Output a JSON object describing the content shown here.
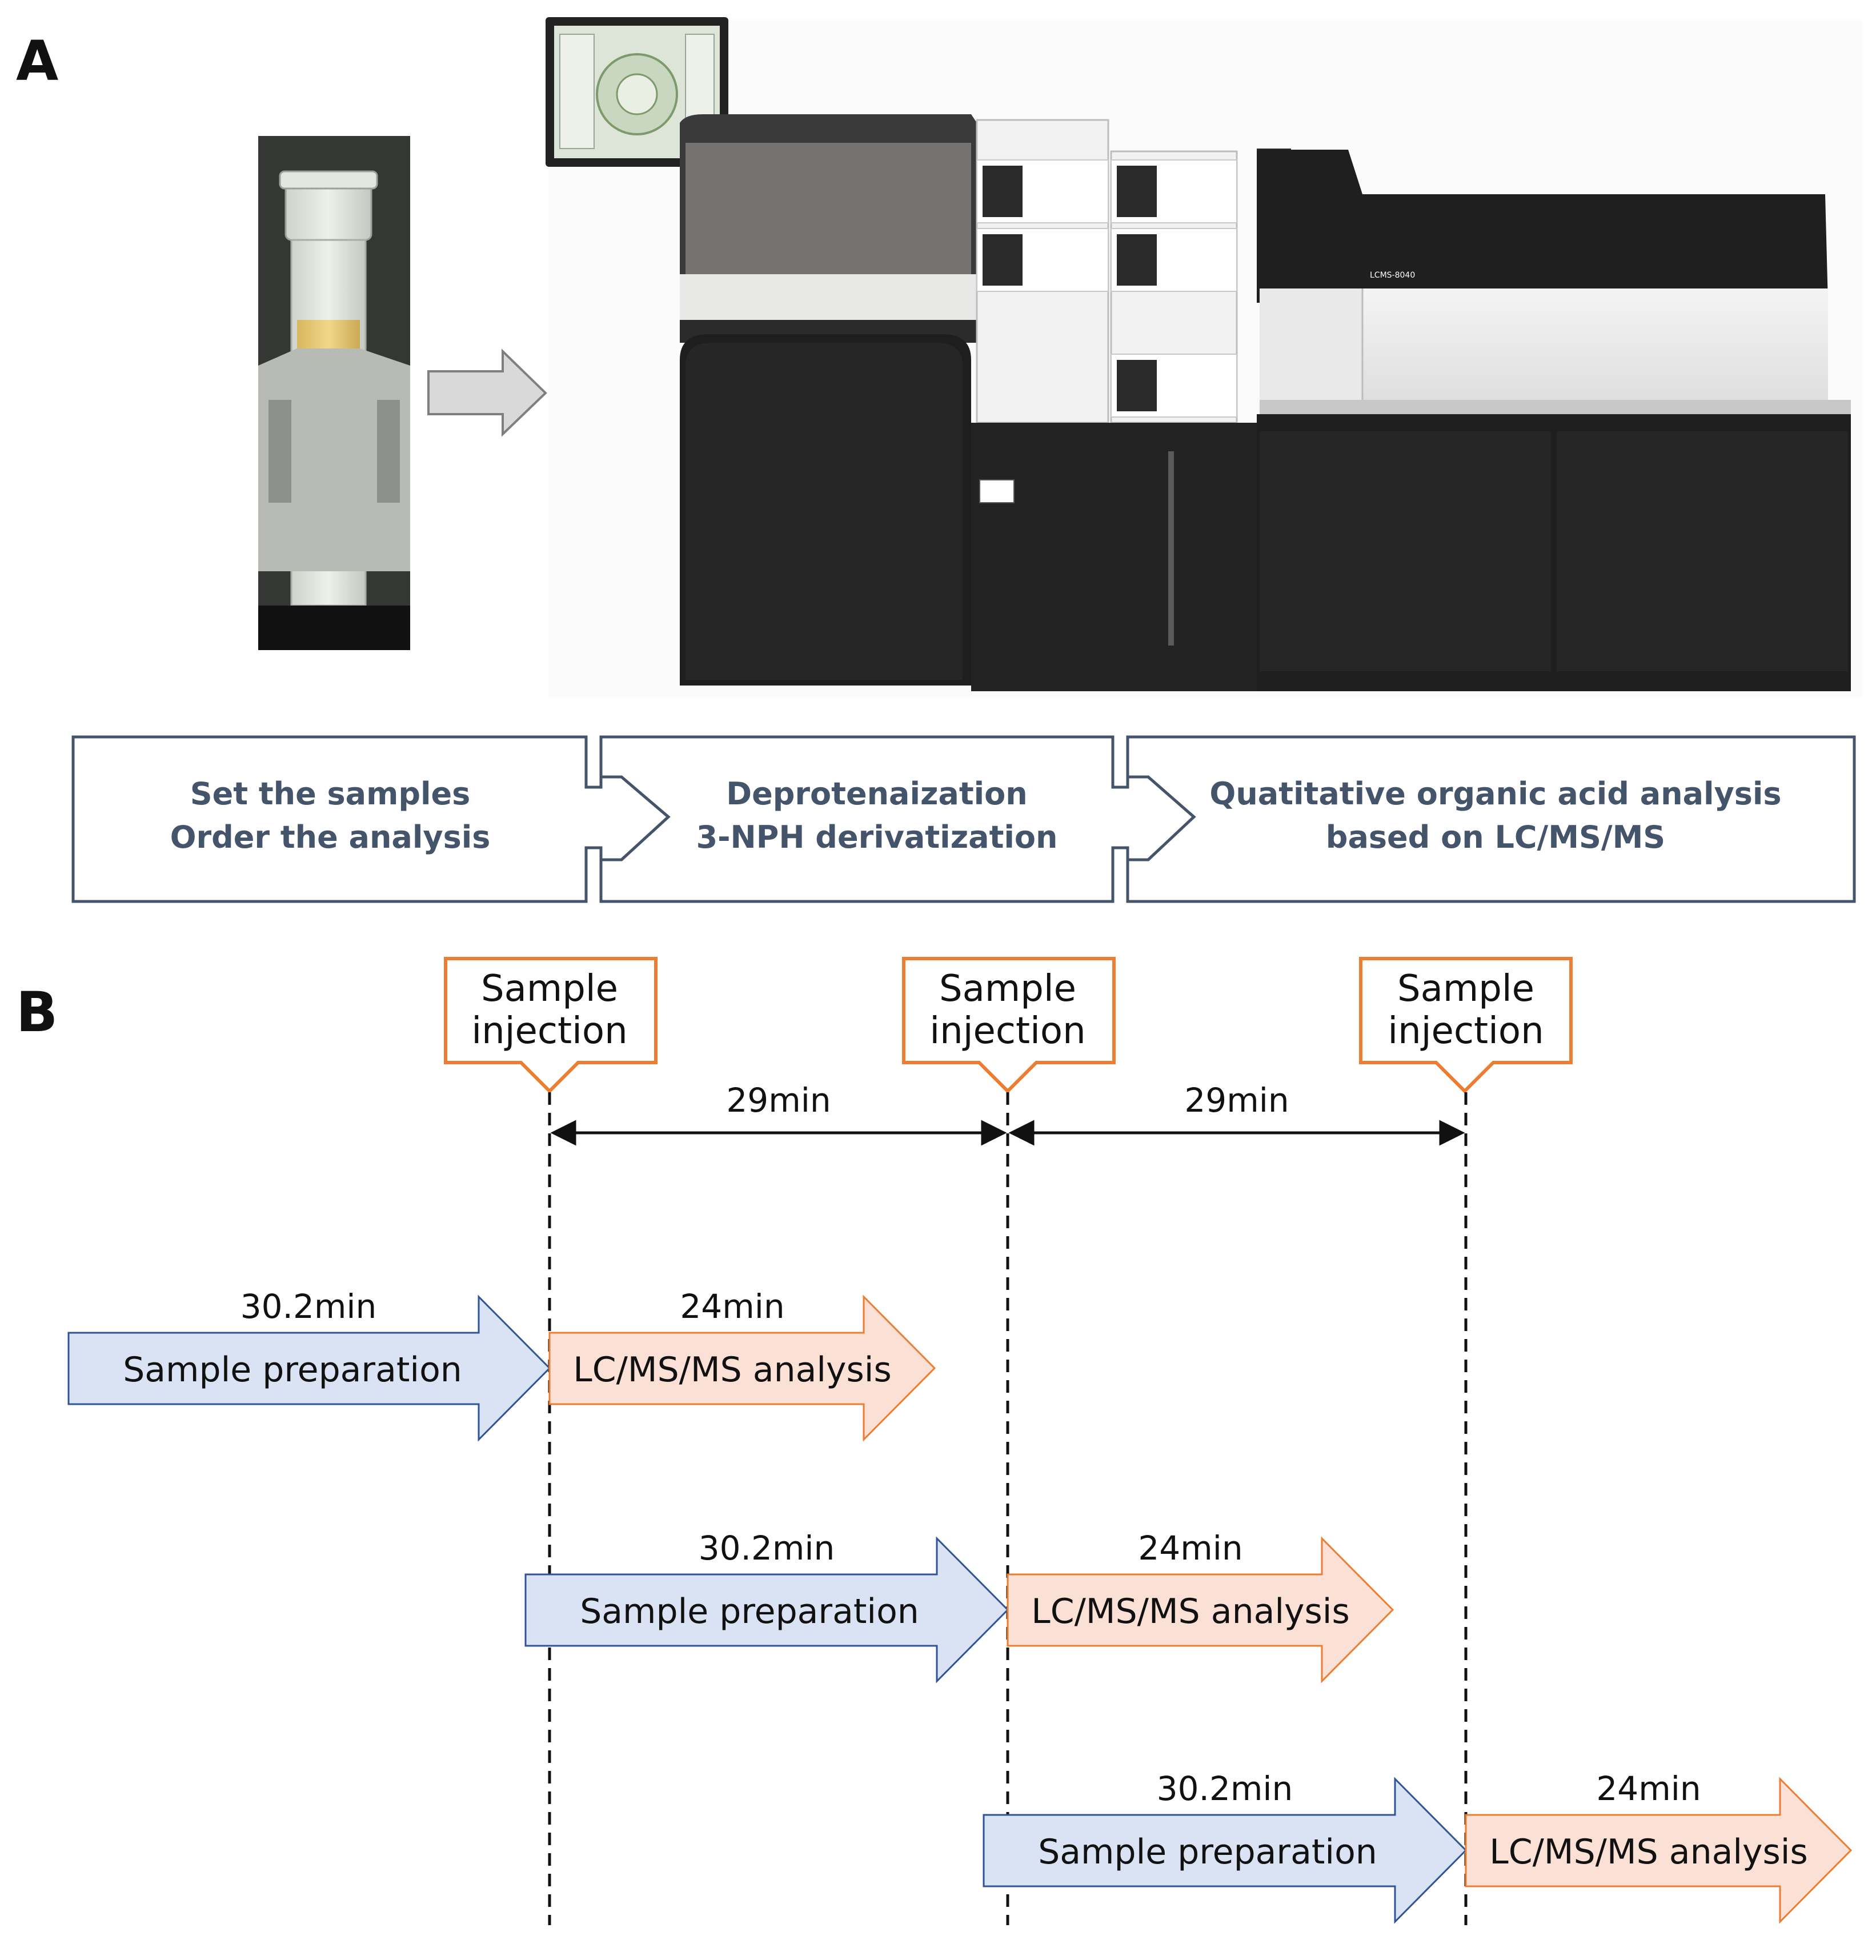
{
  "panel_a": {
    "letter": "A",
    "instrument_label": "LCMS-8040",
    "flow_steps": [
      {
        "line1": "Set the samples",
        "line2": "Order the analysis"
      },
      {
        "line1": "Deprotenaization",
        "line2": "3-NPH derivatization"
      },
      {
        "line1": "Quatitative organic acid analysis",
        "line2": "based on LC/MS/MS"
      }
    ]
  },
  "panel_b": {
    "letter": "B",
    "injection": {
      "line1": "Sample",
      "line2": "injection"
    },
    "interval_label": "29min",
    "prep_duration": "30.2min",
    "prep_label": "Sample preparation",
    "analysis_duration": "24min",
    "analysis_label": "LC/MS/MS analysis"
  },
  "colors": {
    "flow_stroke": "#44546a",
    "injection_stroke": "#ed7d31",
    "prep_fill": "#dae3f3",
    "prep_stroke": "#2f5597",
    "analysis_fill": "#fbe0d6",
    "analysis_stroke": "#ed7d31"
  }
}
